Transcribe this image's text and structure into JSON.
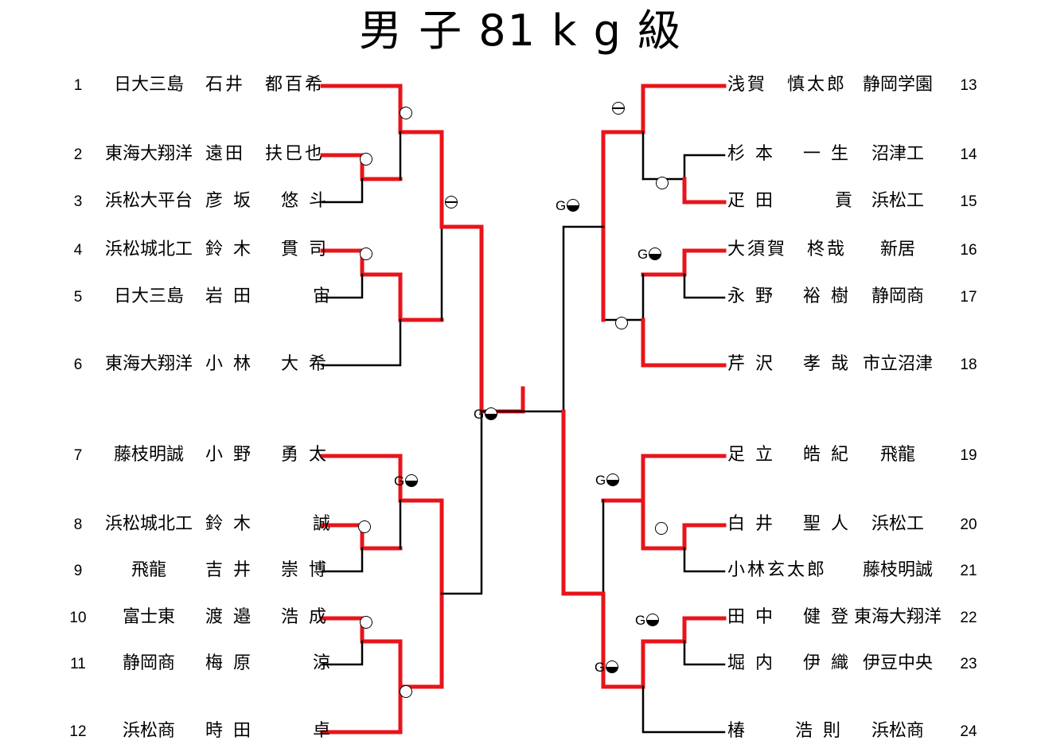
{
  "title": "男 子 81 k g 級",
  "colors": {
    "winner_line": "#e8141b",
    "loser_line": "#000000"
  },
  "left_entries": [
    {
      "seed": "1",
      "school": "日大三島",
      "name": "石井　都百希"
    },
    {
      "seed": "2",
      "school": "東海大翔洋",
      "name": "遠田　扶巳也"
    },
    {
      "seed": "3",
      "school": "浜松大平台",
      "name": "彦 坂　 悠 斗"
    },
    {
      "seed": "4",
      "school": "浜松城北工",
      "name": "鈴 木　 貫 司"
    },
    {
      "seed": "5",
      "school": "日大三島",
      "name": "岩 田　　　宙"
    },
    {
      "seed": "6",
      "school": "東海大翔洋",
      "name": "小 林　 大 希"
    },
    {
      "seed": "7",
      "school": "藤枝明誠",
      "name": "小 野　 勇 太"
    },
    {
      "seed": "8",
      "school": "浜松城北工",
      "name": "鈴 木　　　誠"
    },
    {
      "seed": "9",
      "school": "飛龍",
      "name": "吉 井　 崇 博"
    },
    {
      "seed": "10",
      "school": "富士東",
      "name": "渡 邉　 浩 成"
    },
    {
      "seed": "11",
      "school": "静岡商",
      "name": "梅 原　　　涼"
    },
    {
      "seed": "12",
      "school": "浜松商",
      "name": "時 田　　　卓"
    }
  ],
  "right_entries": [
    {
      "seed": "13",
      "school": "静岡学園",
      "name": "浅賀　慎太郎"
    },
    {
      "seed": "14",
      "school": "沼津工",
      "name": "杉 本　 一 生"
    },
    {
      "seed": "15",
      "school": "浜松工",
      "name": "疋 田　　　貢"
    },
    {
      "seed": "16",
      "school": "新居",
      "name": "大須賀　柊哉"
    },
    {
      "seed": "17",
      "school": "静岡商",
      "name": "永 野　 裕 樹"
    },
    {
      "seed": "18",
      "school": "市立沼津",
      "name": "芹 沢　 孝 哉"
    },
    {
      "seed": "19",
      "school": "飛龍",
      "name": "足 立　 皓 紀"
    },
    {
      "seed": "20",
      "school": "浜松工",
      "name": "白 井　 聖 人"
    },
    {
      "seed": "21",
      "school": "藤枝明誠",
      "name": "小林玄太郎"
    },
    {
      "seed": "22",
      "school": "東海大翔洋",
      "name": "田 中　 健 登"
    },
    {
      "seed": "23",
      "school": "伊豆中央",
      "name": "堀 内　 伊 織"
    },
    {
      "seed": "24",
      "school": "浜松商",
      "name": "椿　　 浩 則"
    }
  ],
  "result_marks": [
    {
      "prefix": "",
      "symbol": "circle"
    },
    {
      "prefix": "",
      "symbol": "circle"
    },
    {
      "prefix": "",
      "symbol": "bar"
    },
    {
      "prefix": "",
      "symbol": "circle"
    },
    {
      "prefix": "",
      "symbol": "circle"
    },
    {
      "prefix": "G",
      "symbol": "half"
    },
    {
      "prefix": "",
      "symbol": "circle"
    },
    {
      "prefix": "",
      "symbol": "circle"
    },
    {
      "prefix": "",
      "symbol": "bar"
    },
    {
      "prefix": "",
      "symbol": "circle"
    },
    {
      "prefix": "G",
      "symbol": "half"
    },
    {
      "prefix": "G",
      "symbol": "half"
    },
    {
      "prefix": "",
      "symbol": "circle"
    },
    {
      "prefix": "G",
      "symbol": "half"
    },
    {
      "prefix": "",
      "symbol": "circle"
    },
    {
      "prefix": "G",
      "symbol": "half"
    },
    {
      "prefix": "G",
      "symbol": "half"
    },
    {
      "prefix": "G",
      "symbol": "half"
    }
  ]
}
